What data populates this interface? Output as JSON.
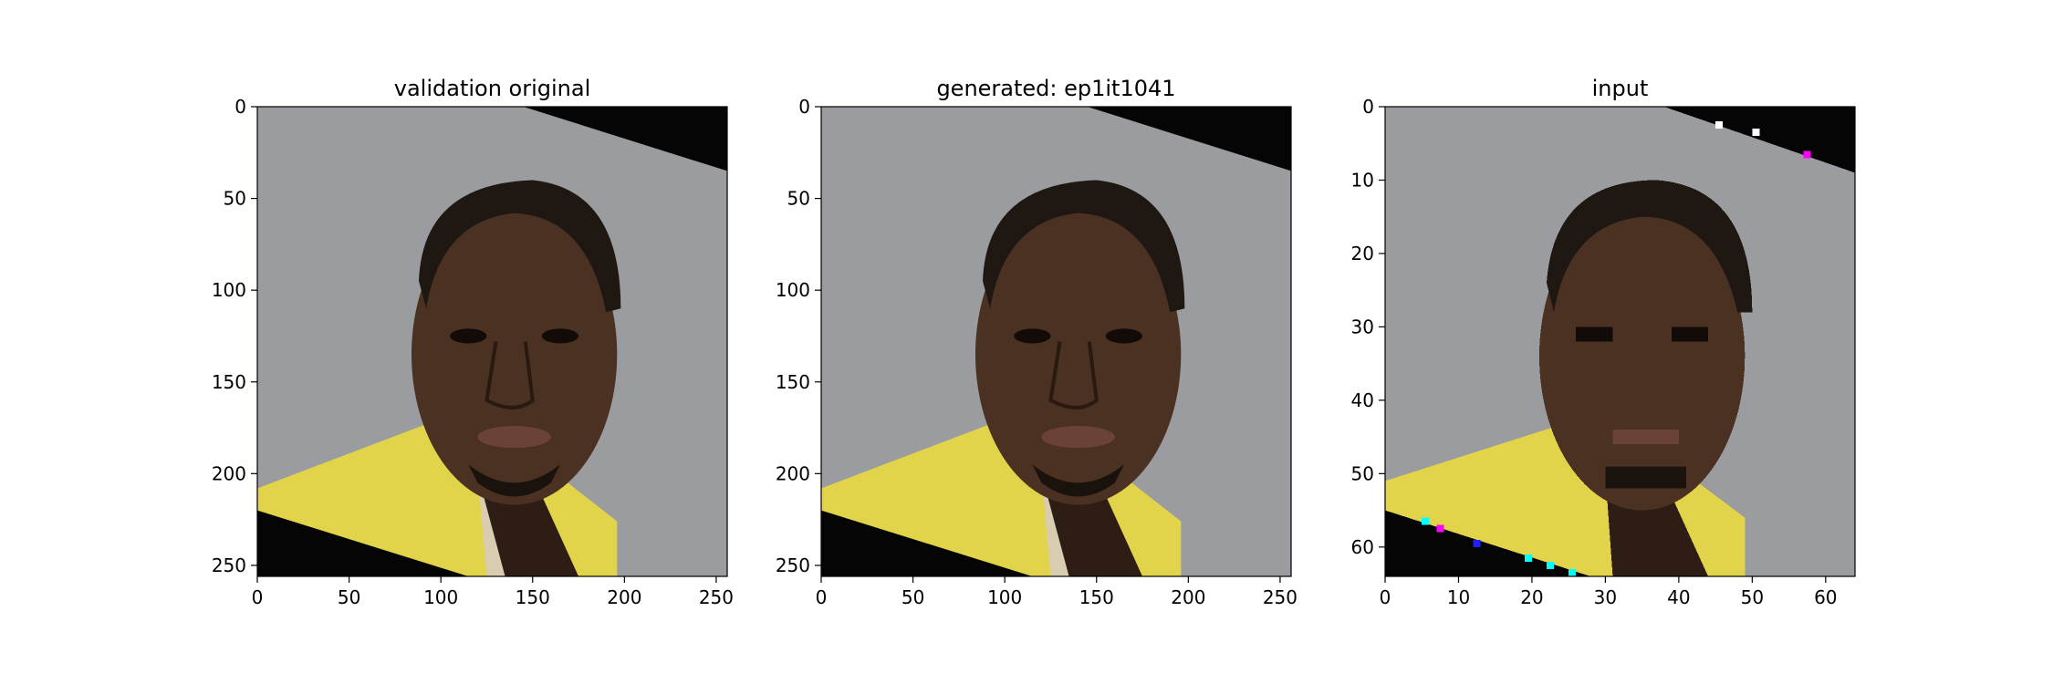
{
  "figure": {
    "panels": [
      {
        "title": "validation original",
        "kind": "photo",
        "xticks": [
          "0",
          "50",
          "100",
          "150",
          "200",
          "250"
        ],
        "yticks": [
          "0",
          "50",
          "100",
          "150",
          "200",
          "250"
        ],
        "xlim": [
          0,
          256
        ],
        "ylim": [
          0,
          256
        ]
      },
      {
        "title": "generated: ep1it1041",
        "kind": "photo",
        "xticks": [
          "0",
          "50",
          "100",
          "150",
          "200",
          "250"
        ],
        "yticks": [
          "0",
          "50",
          "100",
          "150",
          "200",
          "250"
        ],
        "xlim": [
          0,
          256
        ],
        "ylim": [
          0,
          256
        ]
      },
      {
        "title": "input",
        "kind": "pixelated",
        "xticks": [
          "0",
          "10",
          "20",
          "30",
          "40",
          "50",
          "60"
        ],
        "yticks": [
          "0",
          "10",
          "20",
          "30",
          "40",
          "50",
          "60"
        ],
        "xlim": [
          0,
          64
        ],
        "ylim": [
          0,
          64
        ]
      }
    ],
    "colors": {
      "background": "#9a9ca0",
      "corner": "#050505",
      "skin": "#4a3122",
      "skin_dark": "#2e1d14",
      "hair": "#1f1812",
      "shirt": "#e2d44a",
      "shirt_shadow": "#b3a632",
      "undershirt": "#d8cdb0"
    }
  }
}
